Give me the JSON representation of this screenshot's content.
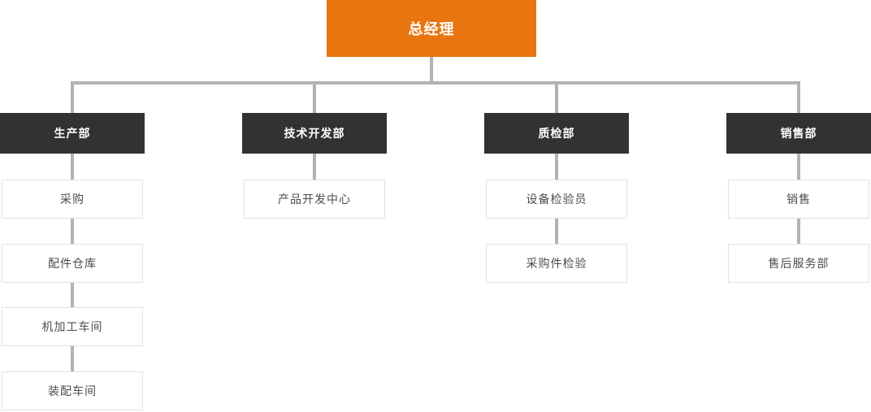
{
  "chart": {
    "type": "org-chart",
    "root": {
      "label": "总经理"
    },
    "columns": [
      {
        "dept": "生产部",
        "children": [
          "采购",
          "配件仓库",
          "机加工车间",
          "装配车间"
        ]
      },
      {
        "dept": "技术开发部",
        "children": [
          "产品开发中心"
        ]
      },
      {
        "dept": "质检部",
        "children": [
          "设备检验员",
          "采购件检验"
        ]
      },
      {
        "dept": "销售部",
        "children": [
          "销售",
          "售后服务部"
        ]
      }
    ],
    "colors": {
      "root_bg": "#E8750F",
      "dept_bg": "#323232",
      "node_border": "#E2E2E2",
      "node_text": "#4C4C4C",
      "connector": "#B3B3B3"
    }
  }
}
